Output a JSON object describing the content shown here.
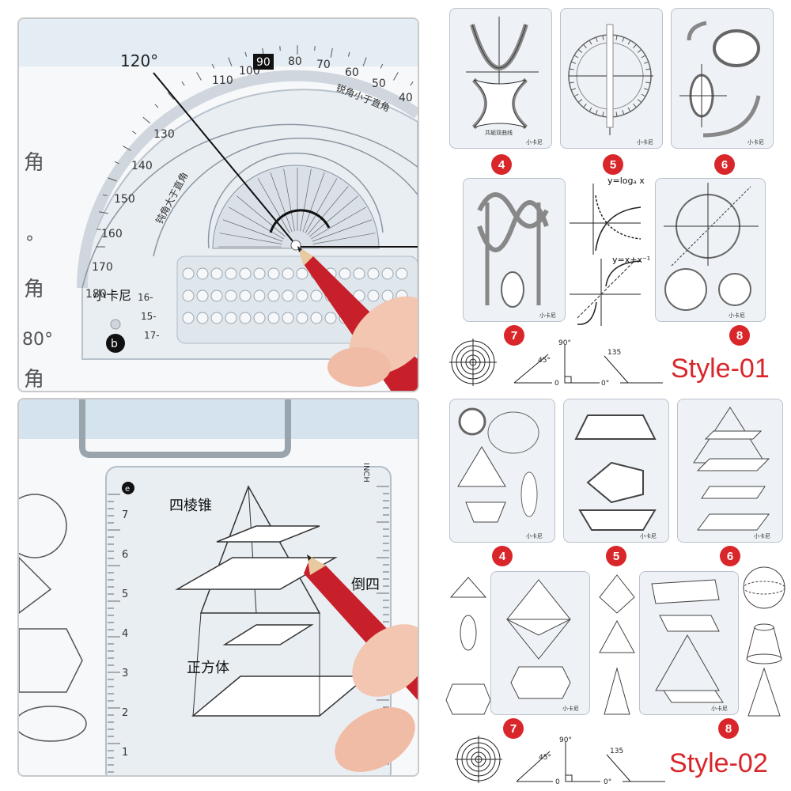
{
  "panel_top_left": {
    "protractor": {
      "outer_labels": [
        "120°",
        "110",
        "100",
        "90",
        "80",
        "70",
        "60",
        "50",
        "40",
        "130",
        "140",
        "150",
        "160",
        "170",
        "180"
      ],
      "highlight": "90",
      "brand": "小卡尼",
      "hole_sizes": [
        "16-",
        "15-",
        "17-"
      ],
      "corner_letter": "b",
      "inner_text_left": "钝角大于直角",
      "inner_text_right": "锐角小于直角",
      "side_marks": [
        "角",
        "°",
        "角",
        "80°",
        "角"
      ]
    }
  },
  "panel_bottom_left": {
    "template": {
      "corner_letter": "e",
      "unit_label": "INCH",
      "labels": [
        "四棱锥",
        "正方体",
        "倒四"
      ],
      "ruler_numbers": [
        "7",
        "6",
        "5",
        "4",
        "3",
        "2",
        "1"
      ]
    }
  },
  "style_01": {
    "label": "Style-01",
    "cards": [
      {
        "badge": "4",
        "brand": "小卡尼",
        "caption": "共轭双曲线"
      },
      {
        "badge": "5",
        "brand": "小卡尼"
      },
      {
        "badge": "6",
        "brand": "小卡尼"
      },
      {
        "badge": "7",
        "brand": "小卡尼"
      },
      {
        "badge": "8",
        "brand": "小卡尼"
      }
    ],
    "graphs": [
      "y=logₐ x",
      "y=x+x⁻¹"
    ],
    "angles": [
      "45°",
      "90°",
      "135",
      "0",
      "0°"
    ]
  },
  "style_02": {
    "label": "Style-02",
    "cards": [
      {
        "badge": "4",
        "brand": "小卡尼"
      },
      {
        "badge": "5",
        "brand": "小卡尼"
      },
      {
        "badge": "6",
        "brand": "小卡尼"
      },
      {
        "badge": "7",
        "brand": "小卡尼"
      },
      {
        "badge": "8",
        "brand": "小卡尼"
      }
    ],
    "angles": [
      "45°",
      "90°",
      "135",
      "0",
      "0°"
    ]
  },
  "colors": {
    "accent_red": "#d8262a",
    "template_fill": "#eef2f6",
    "pencil_red": "#c8202a"
  }
}
